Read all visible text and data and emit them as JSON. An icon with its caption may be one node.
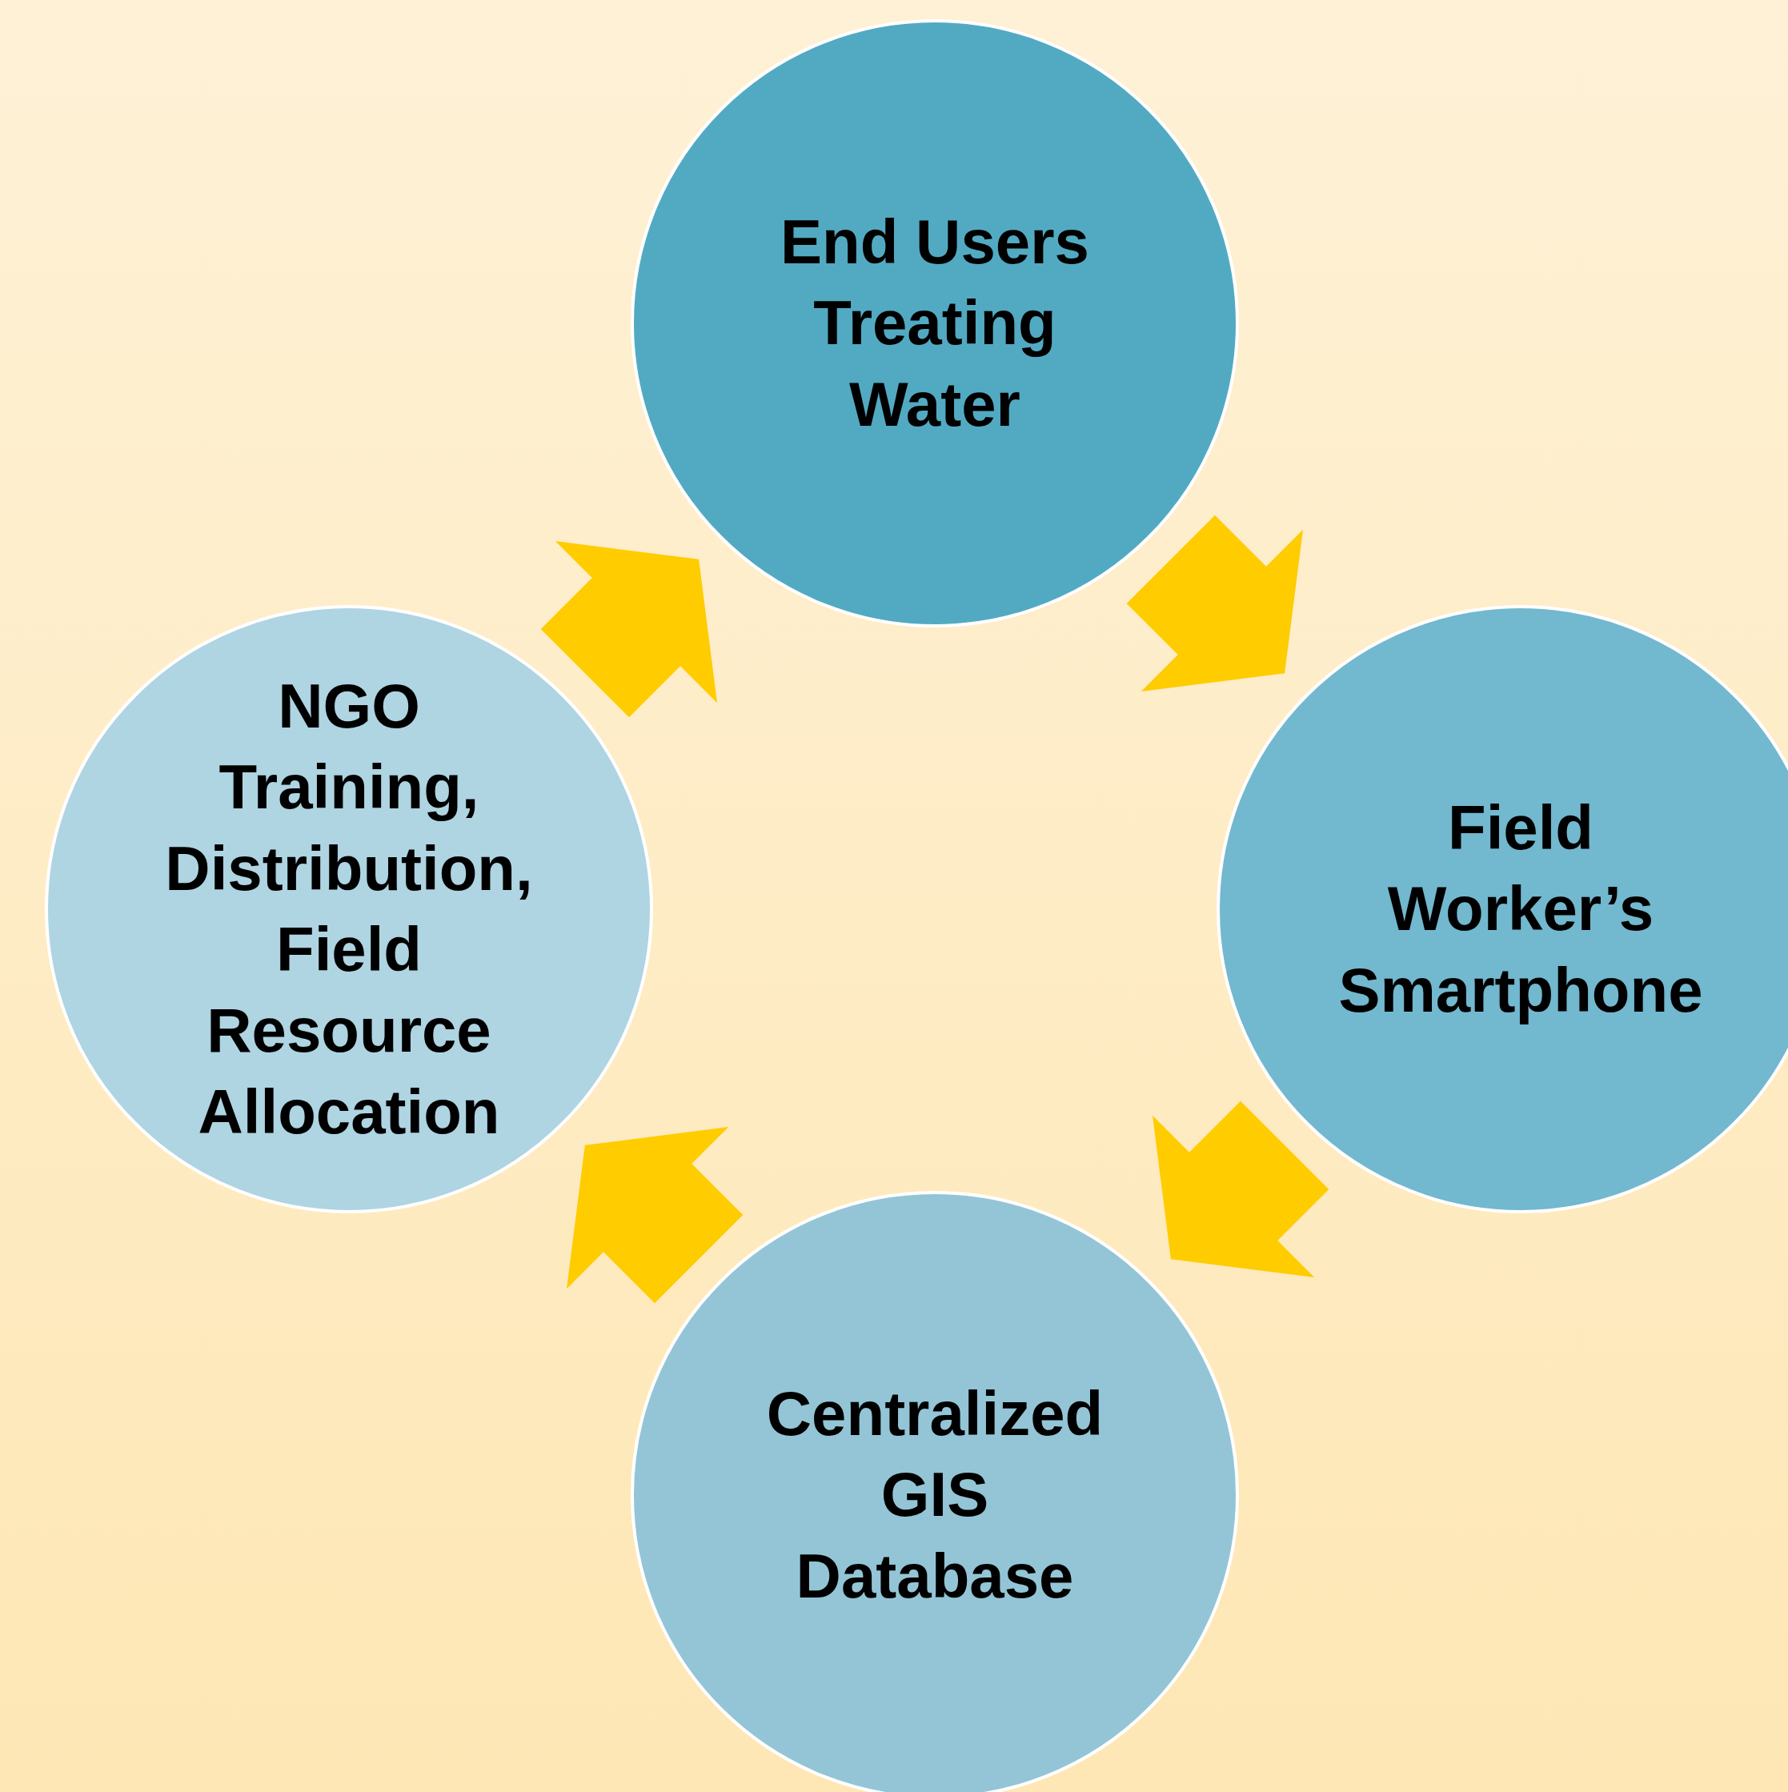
{
  "diagram": {
    "nodes": [
      {
        "text": [
          "End Users Treating Water"
        ]
      },
      {
        "text": [
          "NGO Training, Distribution, Field Resource Allocation"
        ]
      },
      {
        "text": [
          "Field Worker’s Smartphone"
        ]
      },
      {
        "text": [
          "Centralized GIS Database"
        ]
      }
    ],
    "edges": [
      {
        "from": 1,
        "to": 0,
        "arrow": "to"
      },
      {
        "from": 0,
        "to": 2,
        "arrow": "to"
      },
      {
        "from": 2,
        "to": 3,
        "arrow": "to"
      },
      {
        "from": 3,
        "to": 1,
        "arrow": "to"
      }
    ]
  }
}
